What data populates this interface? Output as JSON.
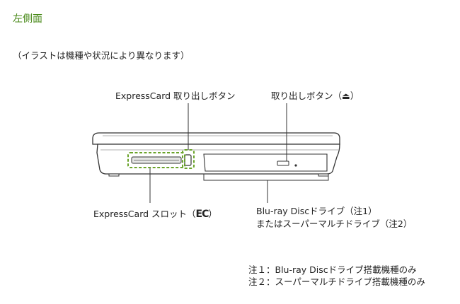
{
  "title": "左側面",
  "caption": "（イラストは機種や状況により異なります）",
  "labels": {
    "expresscard_eject": "ExpressCard 取り出しボタン",
    "eject_button_prefix": "取り出しボタン（",
    "eject_symbol": "⏏",
    "eject_button_suffix": "）",
    "expresscard_slot_prefix": "ExpressCard スロット（",
    "expresscard_slot_logo": "EC",
    "expresscard_slot_suffix": "）",
    "drive_line1": "Blu-ray Discドライブ（注1）",
    "drive_line2": "またはスーパーマルチドライブ（注2）"
  },
  "notes": [
    "注１：Blu-ray Discドライブ搭載機種のみ",
    "注２：スーパーマルチドライブ搭載機種のみ"
  ],
  "colors": {
    "title": "#4a8a1a",
    "highlight": "#6aa32a",
    "line": "#333333"
  }
}
